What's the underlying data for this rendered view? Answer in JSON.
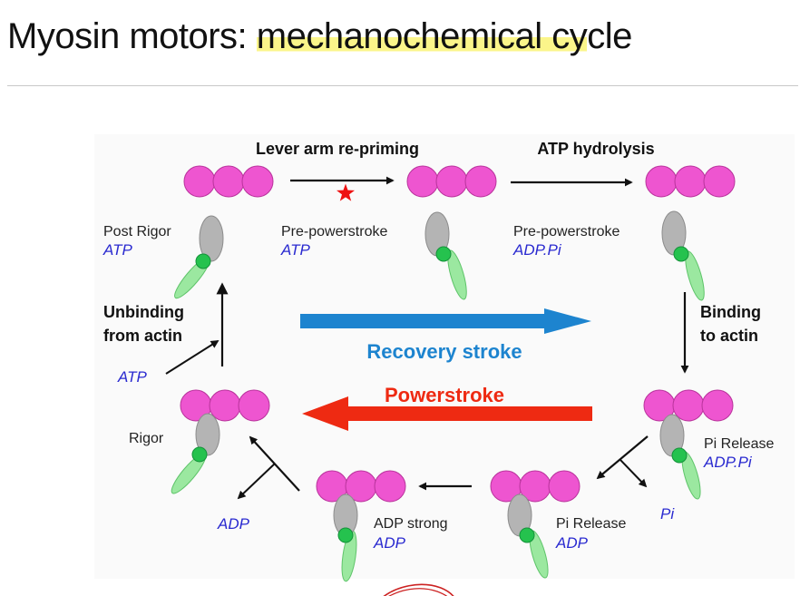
{
  "title": {
    "prefix": "Myosin motors: ",
    "highlight": "mechanochemical cy",
    "suffix": "cle"
  },
  "colors": {
    "actin": "#ee55d0",
    "head": "#b4b4b4",
    "lever": "#9be8a0",
    "converter": "#25c24e",
    "nucleotide": "#2a2ad0",
    "recovery": "#1d84cf",
    "powerstroke": "#ee2a12",
    "star": "#ee1111",
    "annotation_mark": "#cc2222"
  },
  "diagram": {
    "steps": {
      "lever_rearm": "Lever arm re-priming",
      "hydrolysis": "ATP hydrolysis",
      "binding_line1": "Binding",
      "binding_line2": "to actin",
      "unbinding_line1": "Unbinding",
      "unbinding_line2": "from actin"
    },
    "states": {
      "post_rigor": {
        "name": "Post Rigor",
        "nucleotide": "ATP"
      },
      "pre_ps_atp": {
        "name": "Pre-powerstroke",
        "nucleotide": "ATP"
      },
      "pre_ps_adppi": {
        "name": "Pre-powerstroke",
        "nucleotide": "ADP.Pi"
      },
      "pi_release_1": {
        "name": "Pi Release",
        "nucleotide": "ADP.Pi"
      },
      "pi_release_2": {
        "name": "Pi Release",
        "nucleotide": "ADP"
      },
      "adp_strong": {
        "name": "ADP strong",
        "nucleotide": "ADP"
      },
      "rigor": {
        "name": "Rigor"
      }
    },
    "released": {
      "pi": "Pi",
      "adp": "ADP",
      "atp_in": "ATP"
    },
    "center": {
      "recovery": "Recovery stroke",
      "powerstroke": "Powerstroke"
    }
  }
}
